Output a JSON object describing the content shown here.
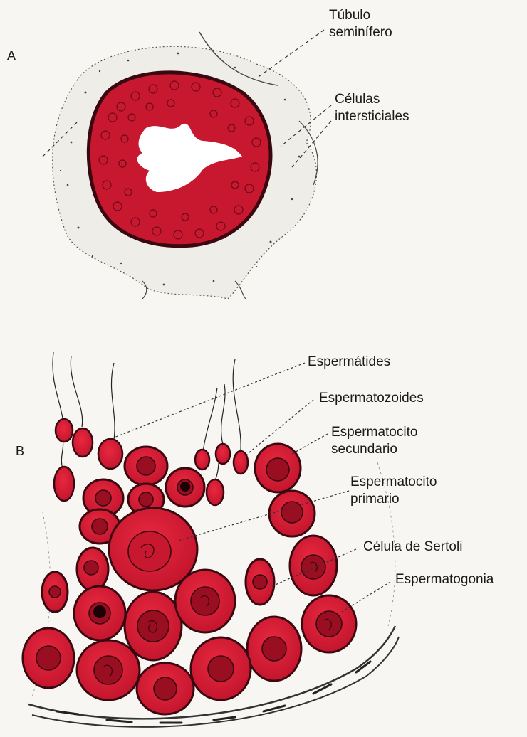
{
  "panel_a": {
    "letter": "A",
    "labels": {
      "tubulo_line1": "Túbulo",
      "tubulo_line2": "seminífero",
      "celulas_line1": "Células",
      "celulas_line2": "intersticiales"
    }
  },
  "panel_b": {
    "letter": "B",
    "labels": {
      "espermatides": "Espermátides",
      "espermatozoides": "Espermatozoides",
      "secundario_line1": "Espermatocito",
      "secundario_line2": "secundario",
      "primario_line1": "Espermatocito",
      "primario_line2": "primario",
      "sertoli": "Célula de Sertoli",
      "espermatogonia": "Espermatogonia"
    }
  },
  "colors": {
    "cell_red": "#d8203a",
    "cell_dark": "#5a0a14",
    "ink": "#1a1a1a",
    "paper": "#f7f6f2"
  }
}
